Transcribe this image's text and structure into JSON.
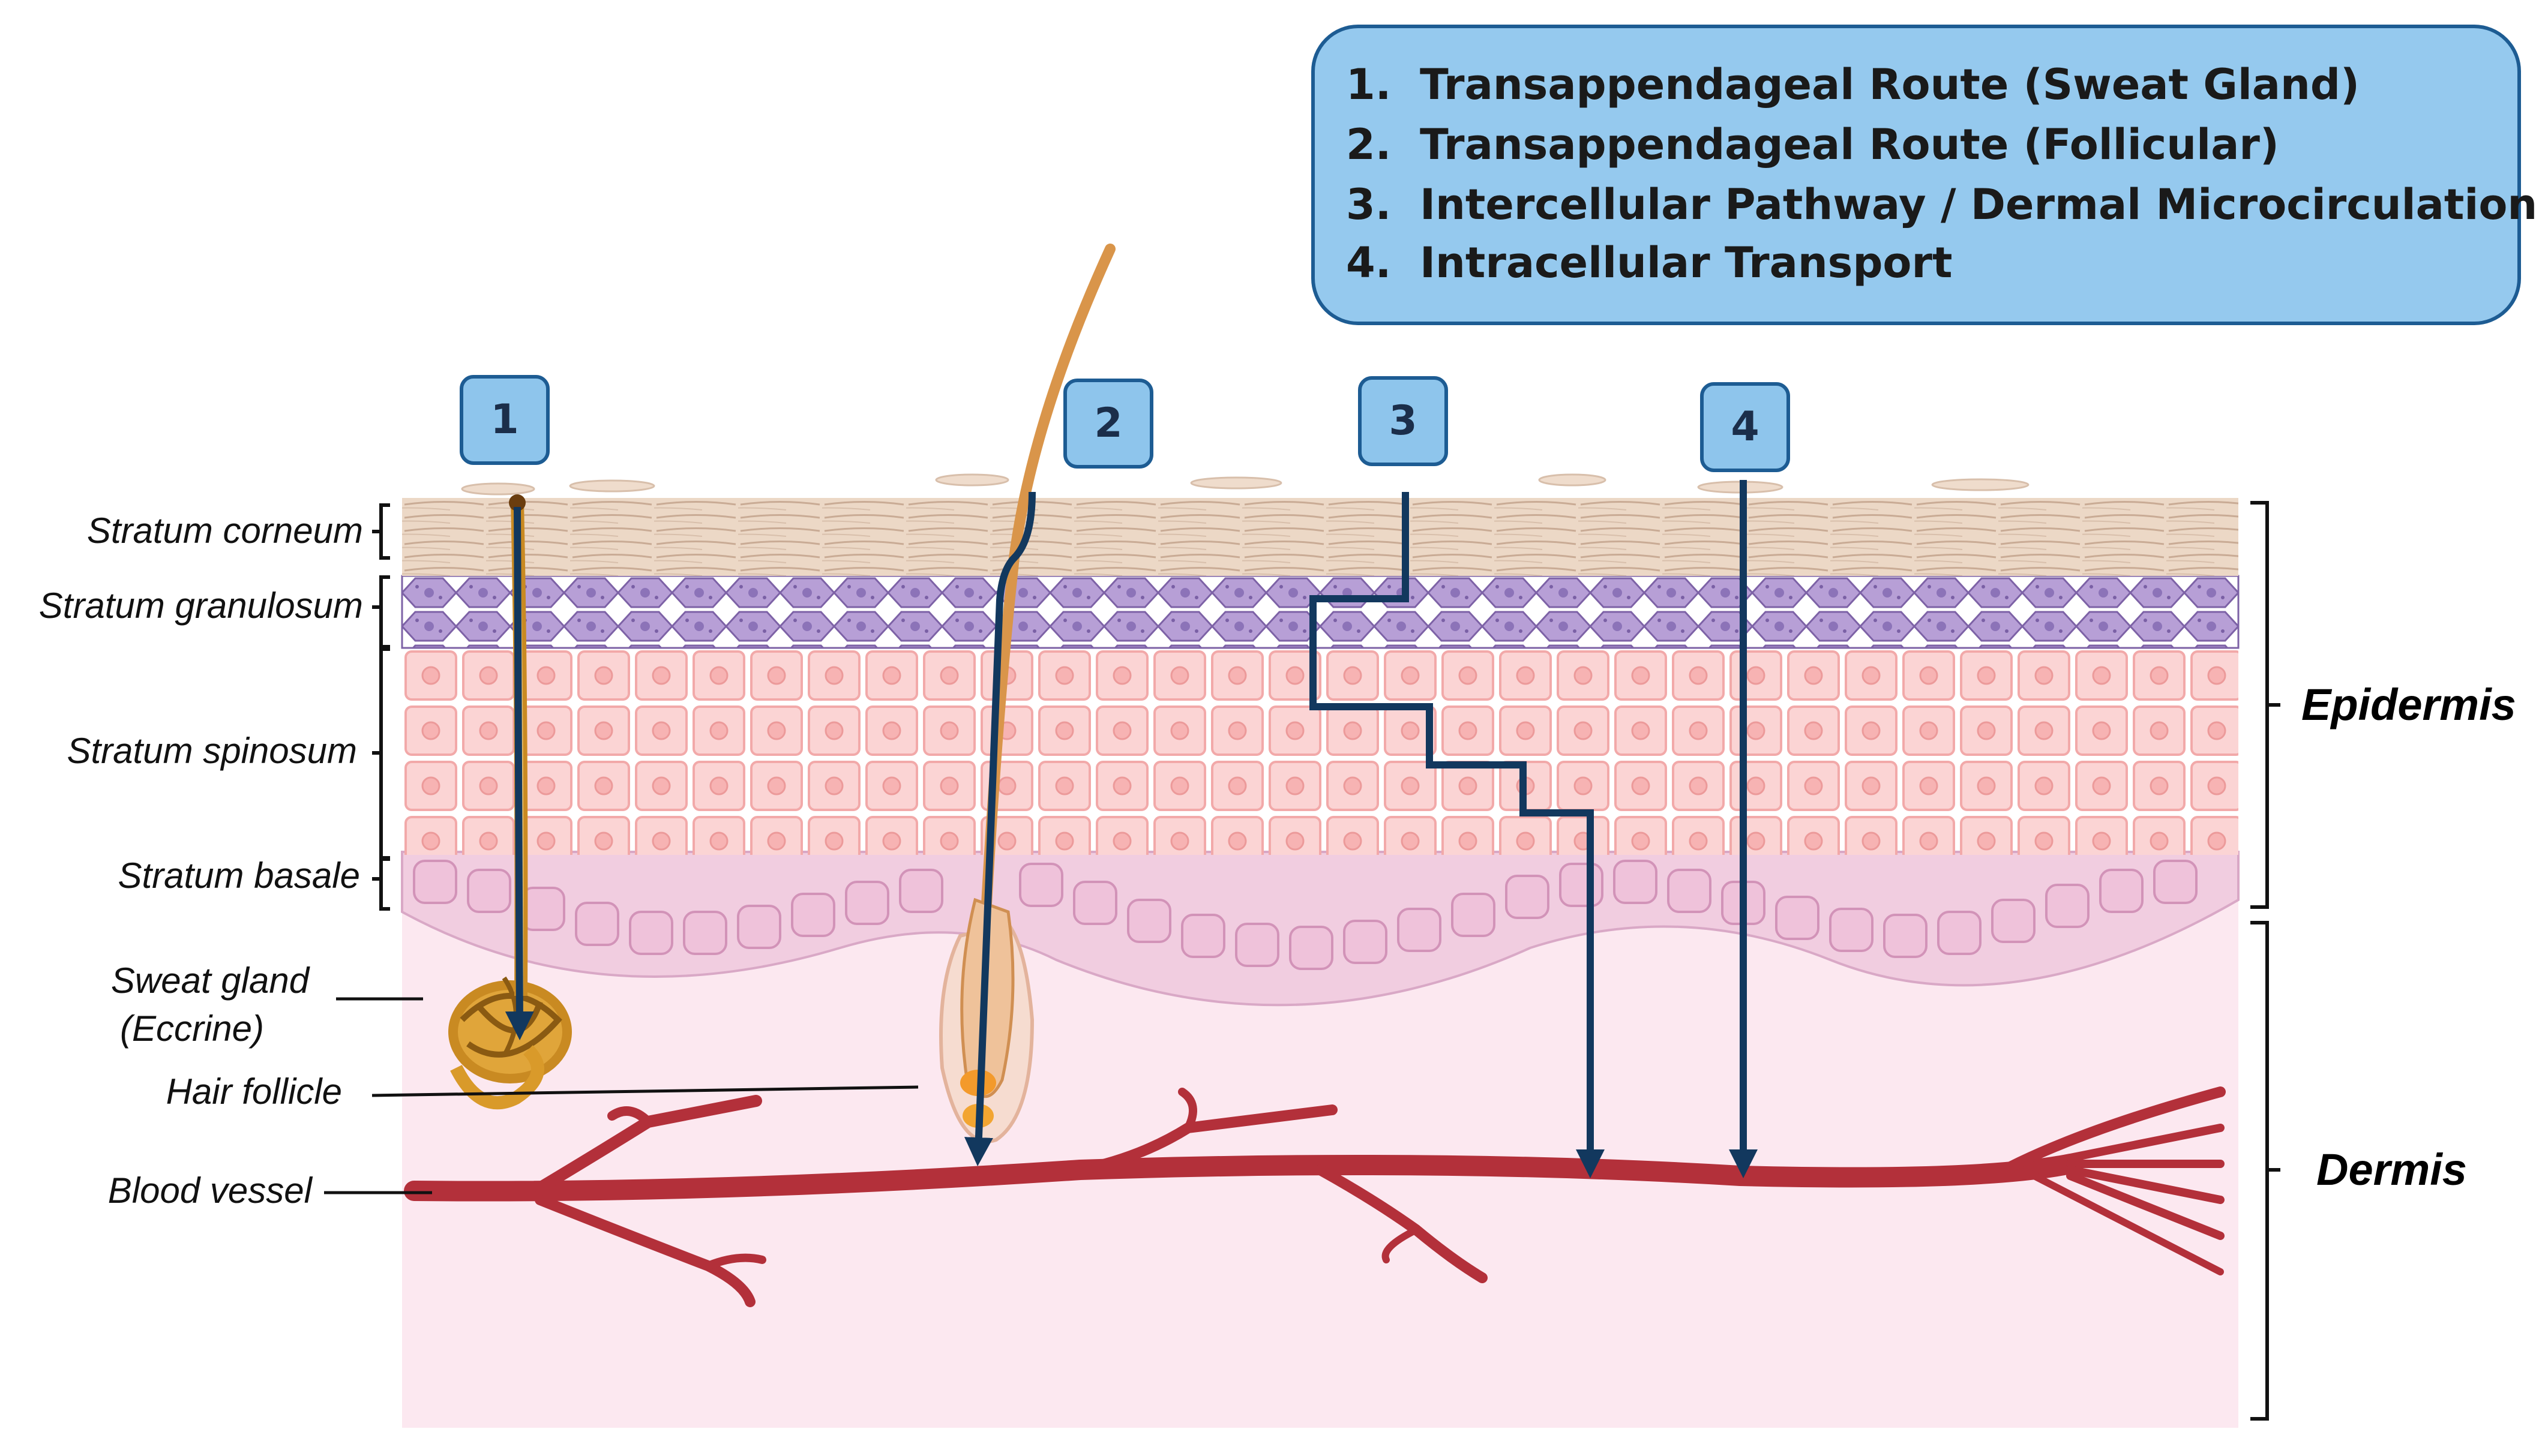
{
  "legend": {
    "items": [
      {
        "number": "1.",
        "label": "Transappendageal Route (Sweat Gland)"
      },
      {
        "number": "2.",
        "label": "Transappendageal Route (Follicular)"
      },
      {
        "number": "3.",
        "label": "Intercellular Pathway / Dermal Microcirculation"
      },
      {
        "number": "4.",
        "label": "Intracellular Transport"
      }
    ]
  },
  "markers": [
    "1",
    "2",
    "3",
    "4"
  ],
  "layers": {
    "corneum": "Stratum corneum",
    "granulosum": "Stratum granulosum",
    "spinosum": "Stratum spinosum",
    "basale": "Stratum basale"
  },
  "structures": {
    "sweat_gland_line1": "Sweat gland",
    "sweat_gland_line2": "(Eccrine)",
    "hair_follicle": "Hair follicle",
    "blood_vessel": "Blood vessel"
  },
  "regions": {
    "epidermis": "Epidermis",
    "dermis": "Dermis"
  },
  "colors": {
    "corneum": "#ead6c4",
    "granulosum": "#a98ec9",
    "spinosum": "#f8c6c6",
    "basale": "#f1cde0",
    "dermis": "#fce8f0",
    "vessel": "#b3303a",
    "pathway": "#12385e",
    "badge_fill": "#8ec5ec",
    "legend_fill": "#95c9ee"
  }
}
